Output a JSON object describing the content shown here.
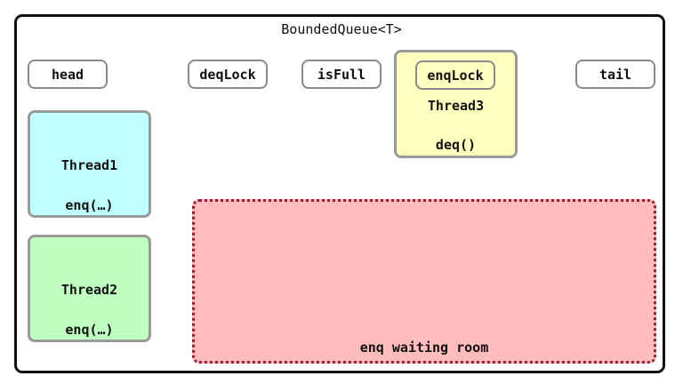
{
  "title": "BoundedQueue<T>",
  "fields": {
    "head": "head",
    "deq_lock": "deqLock",
    "is_full": "isFull",
    "enq_lock": "enqLock",
    "tail": "tail"
  },
  "threads": [
    {
      "name": "Thread1",
      "call": "enq(…)",
      "color": "#c0ffff"
    },
    {
      "name": "Thread2",
      "call": "enq(…)",
      "color": "#bfffc0"
    },
    {
      "name": "Thread3",
      "call": "deq()",
      "color": "#ffffc0"
    }
  ],
  "waiting_room": {
    "label": "enq waiting room",
    "color": "#ffbcbc"
  }
}
